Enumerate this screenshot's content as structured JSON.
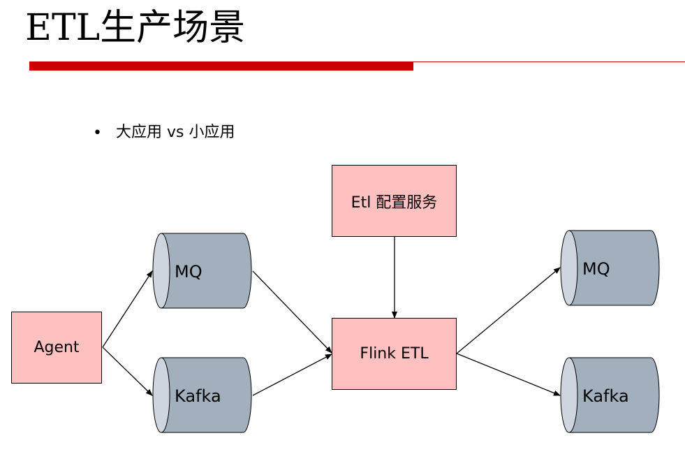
{
  "title": "ETL生产场景",
  "bullet": {
    "symbol": "•",
    "text": "大应用 vs 小应用"
  },
  "nodes": {
    "agent": "Agent",
    "etl_config": "Etl 配置服务",
    "flink_etl": "Flink ETL",
    "mq_left": "MQ",
    "kafka_left": "Kafka",
    "mq_right": "MQ",
    "kafka_right": "Kafka"
  },
  "colors": {
    "accent_red": "#cc0000",
    "box_fill": "#ffc0c0",
    "cylinder_body": "#a2afbd",
    "cylinder_cap": "#ced5de"
  }
}
